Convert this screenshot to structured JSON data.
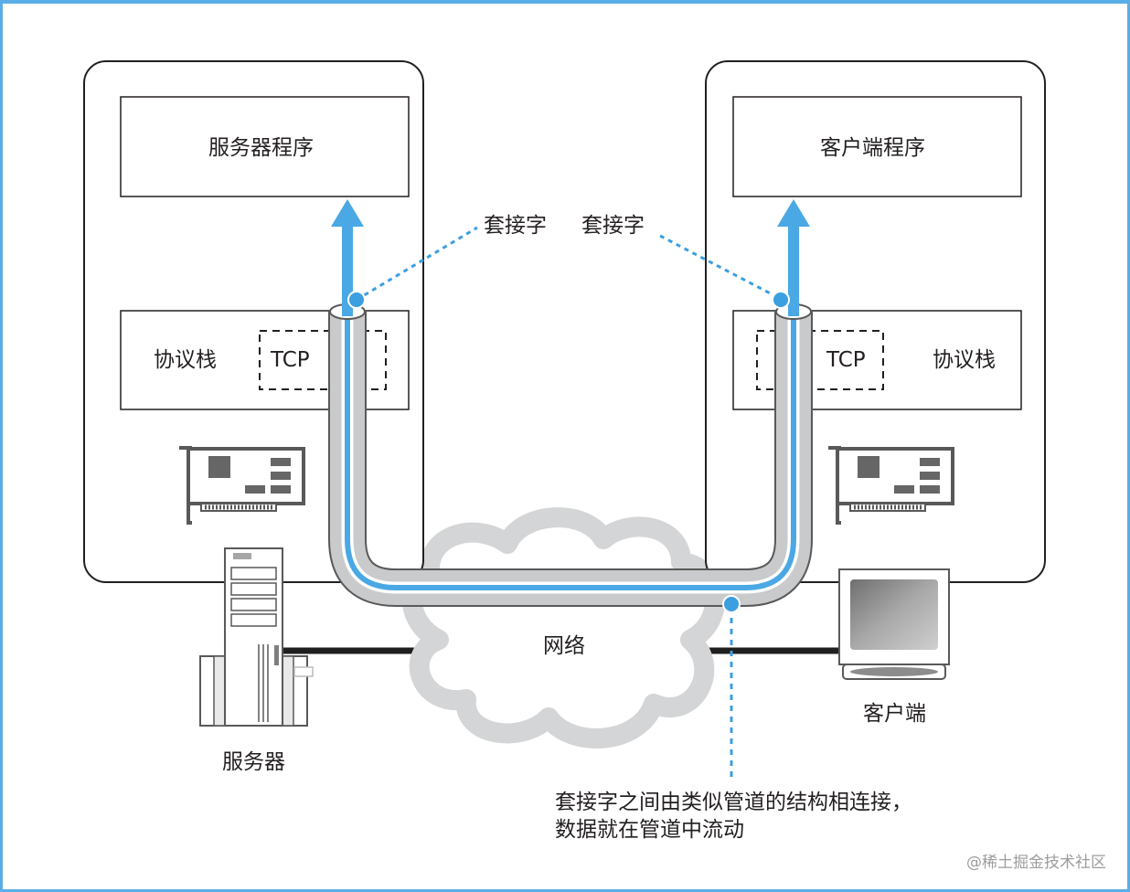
{
  "server_host": {
    "program_label": "服务器程序",
    "stack_label": "协议栈",
    "tcp_label": "TCP",
    "socket_label": "套接字",
    "device_label": "服务器"
  },
  "client_host": {
    "program_label": "客户端程序",
    "stack_label": "协议栈",
    "tcp_label": "TCP",
    "socket_label": "套接字",
    "device_label": "客户端"
  },
  "network_label": "网络",
  "caption": {
    "line1": "套接字之间由类似管道的结构相连接，",
    "line2": "数据就在管道中流动"
  },
  "watermark": "@稀土掘金技术社区",
  "colors": {
    "frame": "#5aaee6",
    "flow_arrow": "#4aa8e4",
    "pipe": "#c9cacb",
    "socket_dot": "#3b9fe0",
    "cloud": "#d4d5d6"
  }
}
